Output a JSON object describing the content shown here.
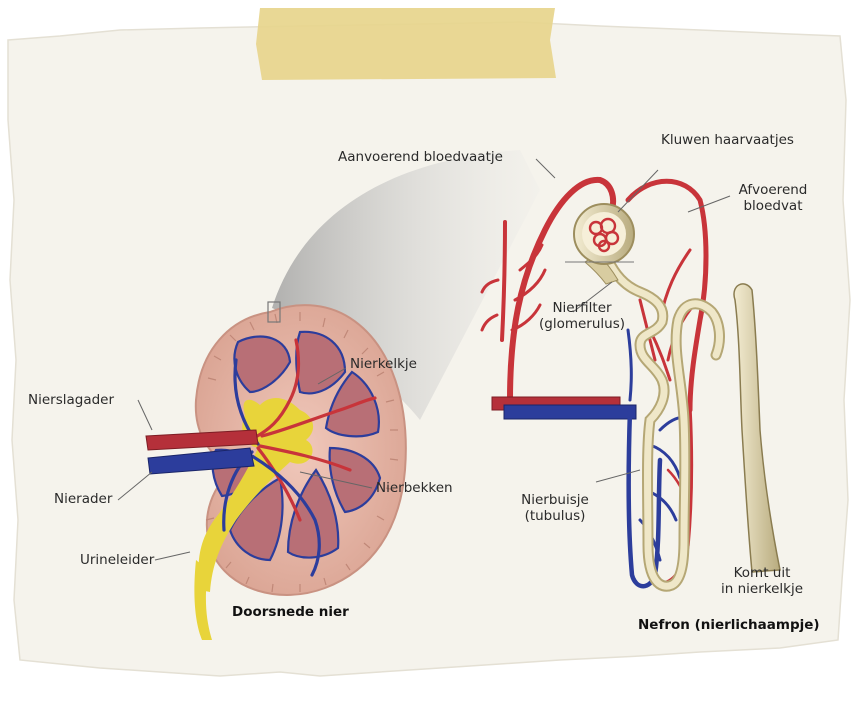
{
  "colors": {
    "paper": "#f5f3ec",
    "tape": "#e6d48a",
    "artery": "#c8343a",
    "vein": "#2c3d9c",
    "tubule": "#e7dfbf",
    "urine": "#e8d43a",
    "kidney_cortex": "#e2b5a6"
  },
  "kidney": {
    "title": "Doorsnede nier",
    "labels": {
      "nierkelkje": "Nierkelkje",
      "nierslagader": "Nierslagader",
      "nierbekken": "Nierbekken",
      "nierader": "Nierader",
      "urineleider": "Urineleider"
    }
  },
  "nephron": {
    "title": "Nefron (nierlichaampje)",
    "labels": {
      "aanvoerend": "Aanvoerend bloedvaatje",
      "kluwen": "Kluwen haarvaatjes",
      "afvoerend_1": "Afvoerend",
      "afvoerend_2": "bloedvat",
      "nierfilter_1": "Nierfilter",
      "nierfilter_2": "(glomerulus)",
      "nierbuisje_1": "Nierbuisje",
      "nierbuisje_2": "(tubulus)",
      "komt_uit_1": "Komt uit",
      "komt_uit_2": "in nierkelkje"
    }
  }
}
